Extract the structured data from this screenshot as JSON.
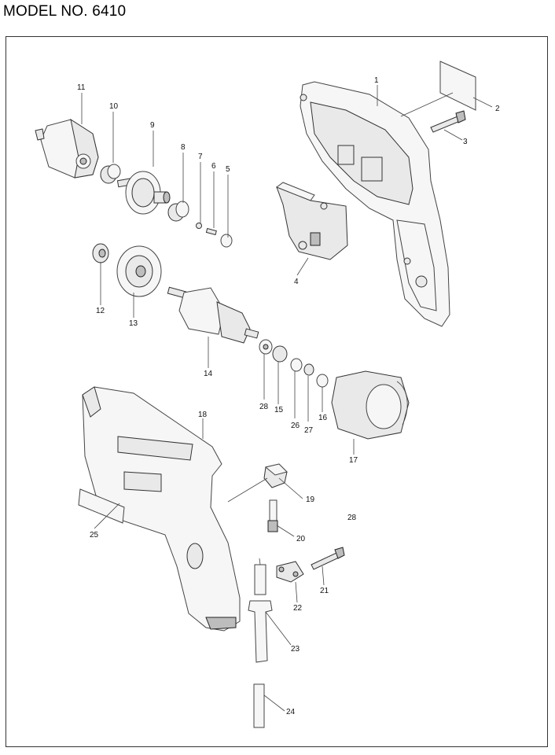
{
  "title": "MODEL NO. 6410",
  "parts": [
    {
      "id": "p1",
      "label": "1"
    },
    {
      "id": "p2",
      "label": "2"
    },
    {
      "id": "p3",
      "label": "3"
    },
    {
      "id": "p4",
      "label": "4"
    },
    {
      "id": "p5",
      "label": "5"
    },
    {
      "id": "p6",
      "label": "6"
    },
    {
      "id": "p7",
      "label": "7"
    },
    {
      "id": "p8",
      "label": "8"
    },
    {
      "id": "p9",
      "label": "9"
    },
    {
      "id": "p10",
      "label": "10"
    },
    {
      "id": "p11",
      "label": "11"
    },
    {
      "id": "p12",
      "label": "12"
    },
    {
      "id": "p13",
      "label": "13"
    },
    {
      "id": "p14",
      "label": "14"
    },
    {
      "id": "p15",
      "label": "15"
    },
    {
      "id": "p16",
      "label": "16"
    },
    {
      "id": "p17",
      "label": "17"
    },
    {
      "id": "p18",
      "label": "18"
    },
    {
      "id": "p19",
      "label": "19"
    },
    {
      "id": "p20",
      "label": "20"
    },
    {
      "id": "p21",
      "label": "21"
    },
    {
      "id": "p22",
      "label": "22"
    },
    {
      "id": "p23",
      "label": "23"
    },
    {
      "id": "p24",
      "label": "24"
    },
    {
      "id": "p25",
      "label": "25"
    },
    {
      "id": "p26",
      "label": "26"
    },
    {
      "id": "p27",
      "label": "27"
    },
    {
      "id": "p28a",
      "label": "28"
    },
    {
      "id": "p28b",
      "label": "28"
    }
  ]
}
